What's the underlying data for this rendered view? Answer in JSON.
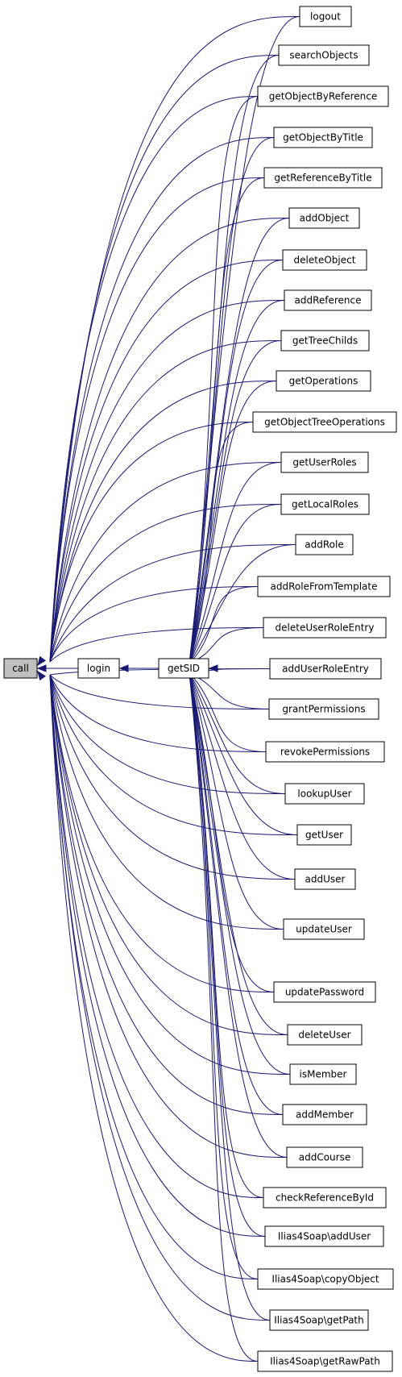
{
  "graph": {
    "root": "call",
    "login": "login",
    "getsid": "getSID",
    "callers": [
      "logout",
      "searchObjects",
      "getObjectByReference",
      "getObjectByTitle",
      "getReferenceByTitle",
      "addObject",
      "deleteObject",
      "addReference",
      "getTreeChilds",
      "getOperations",
      "getObjectTreeOperations",
      "getUserRoles",
      "getLocalRoles",
      "addRole",
      "addRoleFromTemplate",
      "deleteUserRoleEntry",
      "addUserRoleEntry",
      "grantPermissions",
      "revokePermissions",
      "lookupUser",
      "getUser",
      "addUser",
      "updateUser",
      "updatePassword",
      "deleteUser",
      "isMember",
      "addMember",
      "addCourse",
      "checkReferenceById",
      "Ilias4Soap\\addUser",
      "Ilias4Soap\\copyObject",
      "Ilias4Soap\\getPath",
      "Ilias4Soap\\getRawPath"
    ],
    "colors": {
      "edge": "#191970",
      "root_fill": "#bfbfbf",
      "node_fill": "#ffffff",
      "border": "#000000"
    }
  }
}
